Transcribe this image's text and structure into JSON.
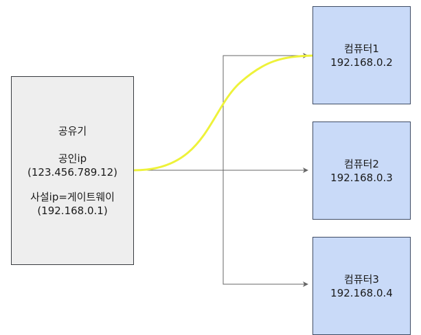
{
  "router": {
    "title": "공유기",
    "public_ip_label": "공인ip",
    "public_ip_value": "(123.456.789.12)",
    "private_ip_label": "사설ip=게이트웨이",
    "private_ip_value": "(192.168.0.1)"
  },
  "computers": [
    {
      "name": "컴퓨터1",
      "ip": "192.168.0.2"
    },
    {
      "name": "컴퓨터2",
      "ip": "192.168.0.3"
    },
    {
      "name": "컴퓨터3",
      "ip": "192.168.0.4"
    }
  ],
  "colors": {
    "router_fill": "#eeeeee",
    "computer_fill": "#c9daf8",
    "connector": "#666666",
    "highlight": "#eef23a"
  }
}
